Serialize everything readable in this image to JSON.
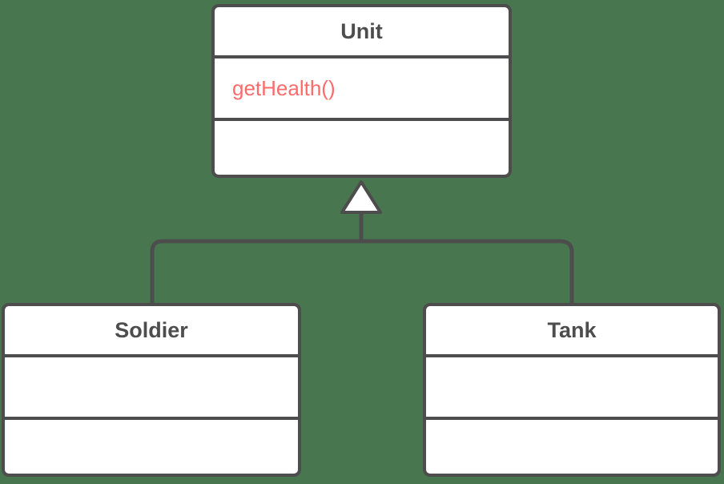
{
  "diagram": {
    "type": "uml-class-diagram",
    "background_color": "#48764e",
    "box_fill_color": "#ffffff",
    "line_color": "#4d4d4d",
    "method_text_color": "#ff6b6b",
    "classes": [
      {
        "id": "unit",
        "name": "Unit",
        "methods": [
          "getHealth()"
        ],
        "attributes": []
      },
      {
        "id": "soldier",
        "name": "Soldier",
        "methods": [],
        "attributes": []
      },
      {
        "id": "tank",
        "name": "Tank",
        "methods": [],
        "attributes": []
      }
    ],
    "relationships": [
      {
        "type": "generalization",
        "from": "Soldier",
        "to": "Unit"
      },
      {
        "type": "generalization",
        "from": "Tank",
        "to": "Unit"
      }
    ]
  }
}
